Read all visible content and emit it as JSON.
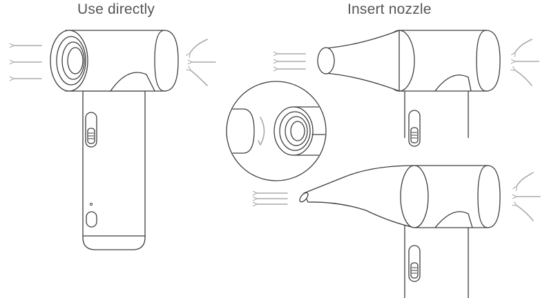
{
  "captions": {
    "left": "Use directly",
    "right": "Insert nozzle"
  },
  "colors": {
    "line": "#3c3c3c",
    "arrow": "#a8a8a8",
    "caption": "#555555",
    "background": "#ffffff"
  },
  "icons": [
    "hair-dryer-illustration",
    "airflow-arrow-icon",
    "nozzle-illustration",
    "zoom-detail-circle"
  ]
}
